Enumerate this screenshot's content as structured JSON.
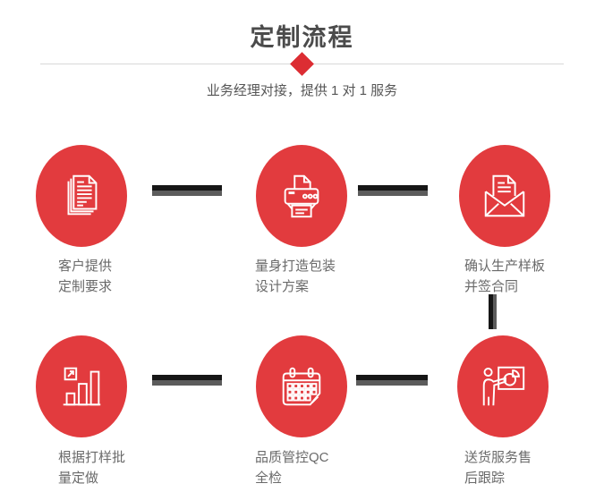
{
  "page": {
    "title": "定制流程",
    "subtitle": "业务经理对接，提供 1 对 1 服务"
  },
  "colors": {
    "accent": "#e23b3e",
    "diamond": "#dc2d33",
    "title_text": "#4b4b4b",
    "body_text": "#6a6a6a",
    "divider": "#d8d8d8",
    "connector_dark": "#161616",
    "connector_gray": "#5c5c5c",
    "icon_stroke": "#ffffff"
  },
  "steps": [
    {
      "icon": "documents-icon",
      "line1": "客户提供",
      "line2": "定制要求"
    },
    {
      "icon": "printer-icon",
      "line1": "量身打造包装",
      "line2": "设计方案"
    },
    {
      "icon": "envelope-icon",
      "line1": "确认生产样板",
      "line2": "并签合同"
    },
    {
      "icon": "bar-chart-icon",
      "line1": "根据打样批",
      "line2": "量定做"
    },
    {
      "icon": "calendar-icon",
      "line1": "品质管控QC",
      "line2": "全检"
    },
    {
      "icon": "presentation-icon",
      "line1": "送货服务售",
      "line2": "后跟踪"
    }
  ]
}
